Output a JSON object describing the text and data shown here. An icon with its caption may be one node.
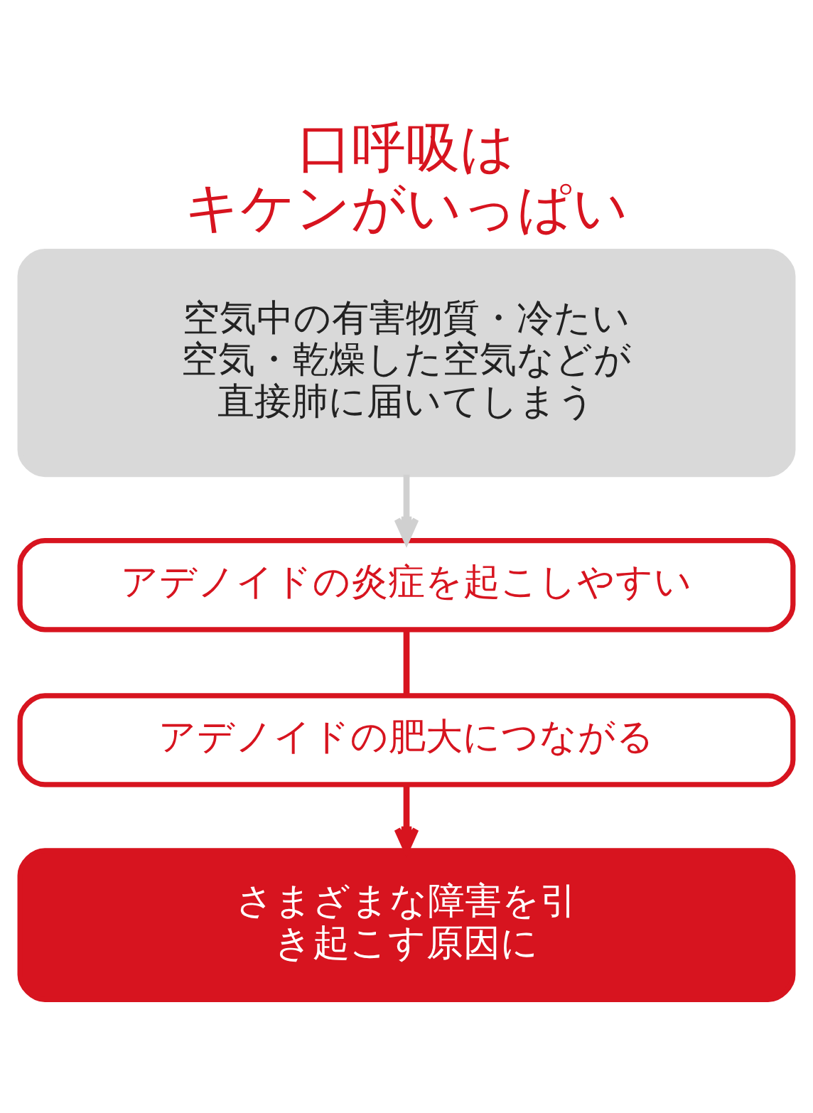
{
  "diagram": {
    "title": "口呼吸はキケンがいっぱい",
    "nodes": [
      {
        "text": [
          "空気中の有害物質・冷たい空気・乾燥した空気などが直接肺に届いてしまう"
        ]
      },
      {
        "text": [
          "アデノイドの炎症を起こしやすい"
        ]
      },
      {
        "text": [
          "アデノイドの肥大につながる"
        ]
      },
      {
        "text": [
          "さまざまな障害を引き起こす原因に"
        ]
      }
    ],
    "edges": [
      {
        "from": 0,
        "to": 1,
        "arrow": "to",
        "color": "#d0d0d0"
      },
      {
        "from": 1,
        "to": 2,
        "arrow": "none"
      },
      {
        "from": 2,
        "to": 3,
        "arrow": "to"
      }
    ]
  }
}
